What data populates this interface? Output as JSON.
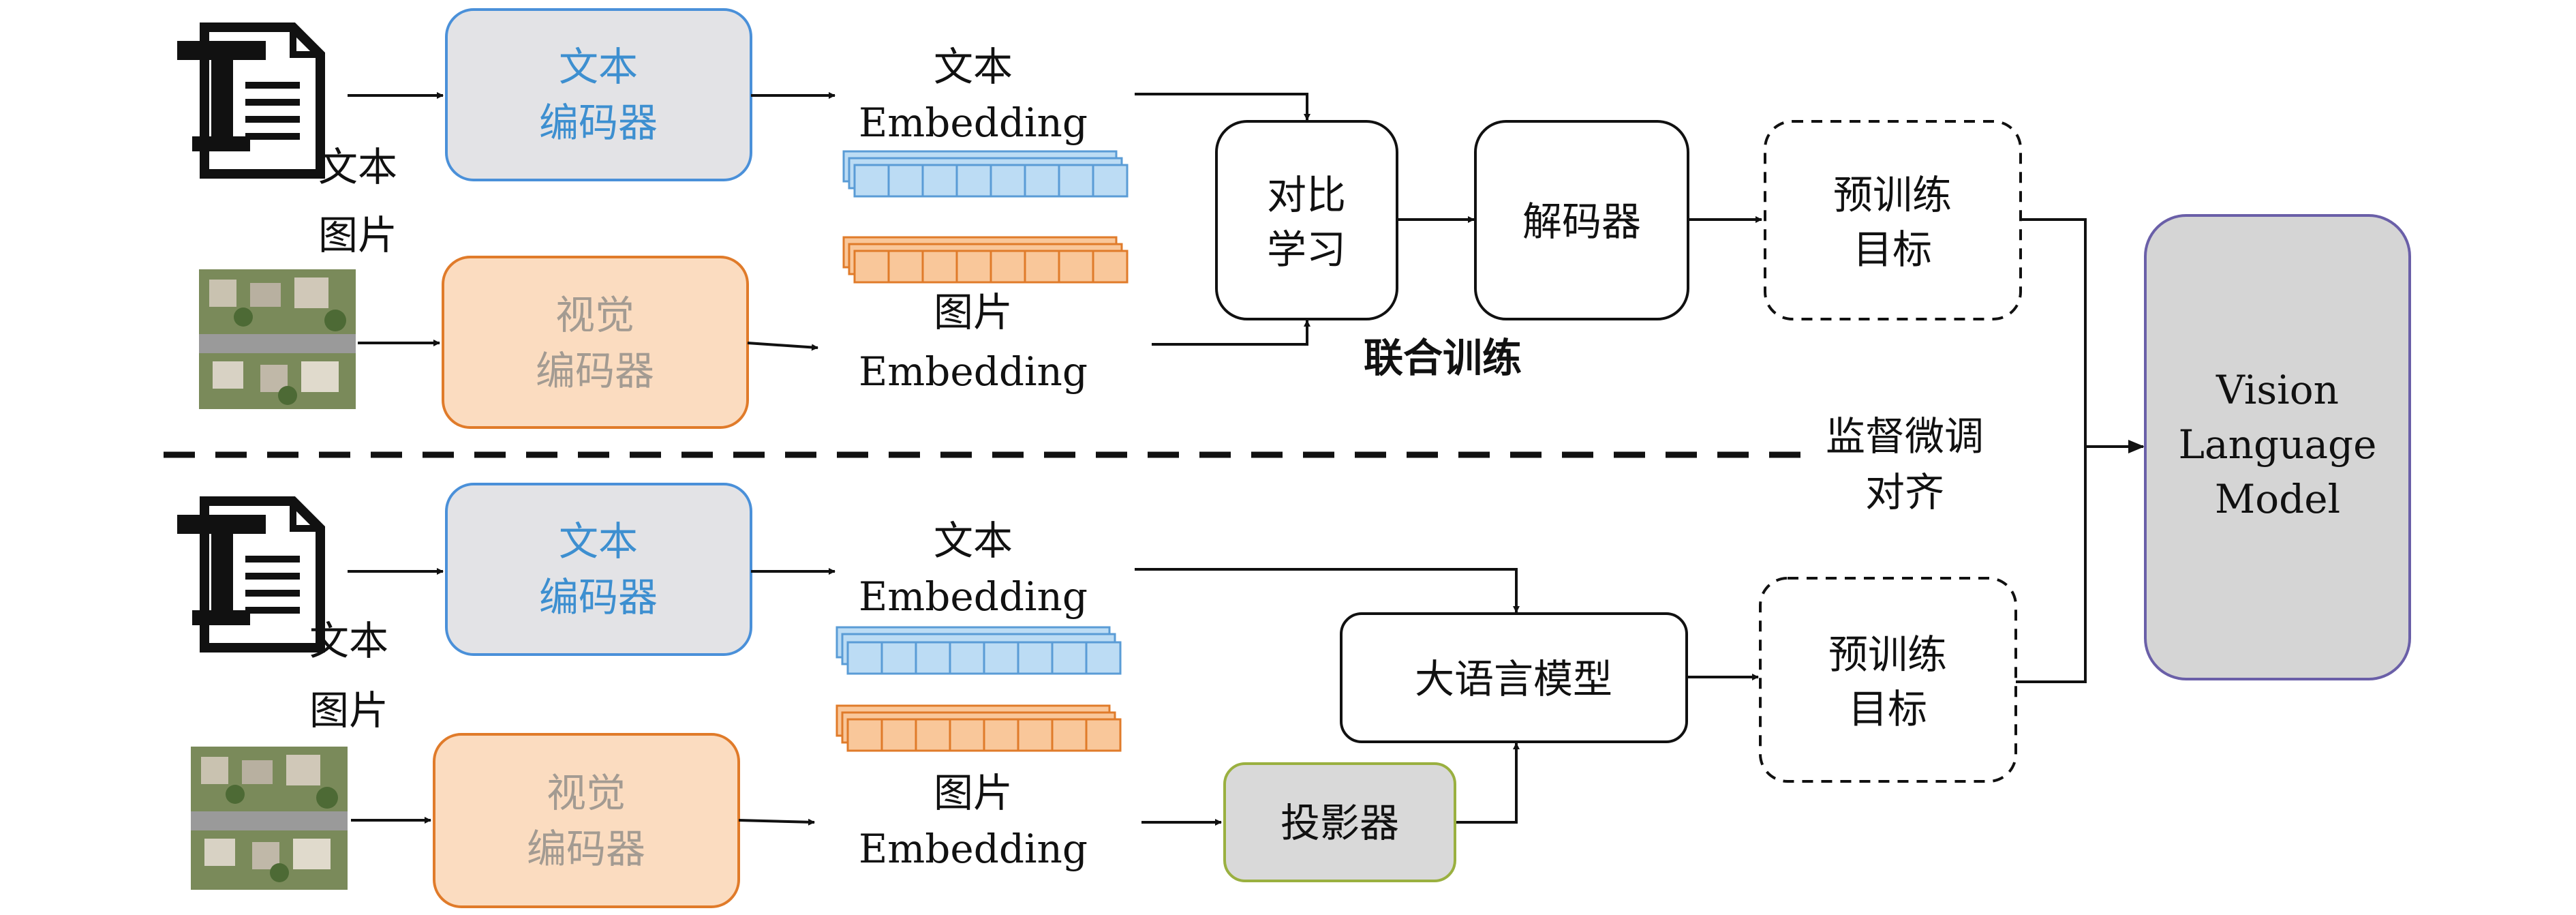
{
  "top": {
    "text_label": "文本",
    "image_label": "图片",
    "text_encoder": [
      "文本",
      "编码器"
    ],
    "visual_encoder": [
      "视觉",
      "编码器"
    ],
    "text_embedding": [
      "文本",
      "Embedding"
    ],
    "image_embedding": [
      "图片",
      "Embedding"
    ],
    "contrastive": [
      "对比",
      "学习"
    ],
    "decoder": "解码器",
    "pretrain_target": [
      "预训练",
      "目标"
    ],
    "joint_training": "联合训练"
  },
  "divider_label": [
    "监督微调",
    "对齐"
  ],
  "bottom": {
    "text_label": "文本",
    "image_label": "图片",
    "text_encoder": [
      "文本",
      "编码器"
    ],
    "visual_encoder": [
      "视觉",
      "编码器"
    ],
    "text_embedding": [
      "文本",
      "Embedding"
    ],
    "image_embedding": [
      "图片",
      "Embedding"
    ],
    "llm": "大语言模型",
    "projector": "投影器",
    "pretrain_target": [
      "预训练",
      "目标"
    ]
  },
  "vlm": [
    "Vision",
    "Language",
    "Model"
  ],
  "colors": {
    "text_encoder_fill": "#e3e3e6",
    "text_encoder_stroke": "#4a90d9",
    "visual_encoder_fill": "#fbdcc0",
    "visual_encoder_stroke": "#e07b2a",
    "vlm_fill": "#d5d5d5",
    "vlm_stroke": "#6a5fa8",
    "projector_fill": "#d9d9d9",
    "projector_stroke": "#9ab040",
    "token_blue": "#bcdcf4",
    "token_orange": "#f9c79a"
  }
}
